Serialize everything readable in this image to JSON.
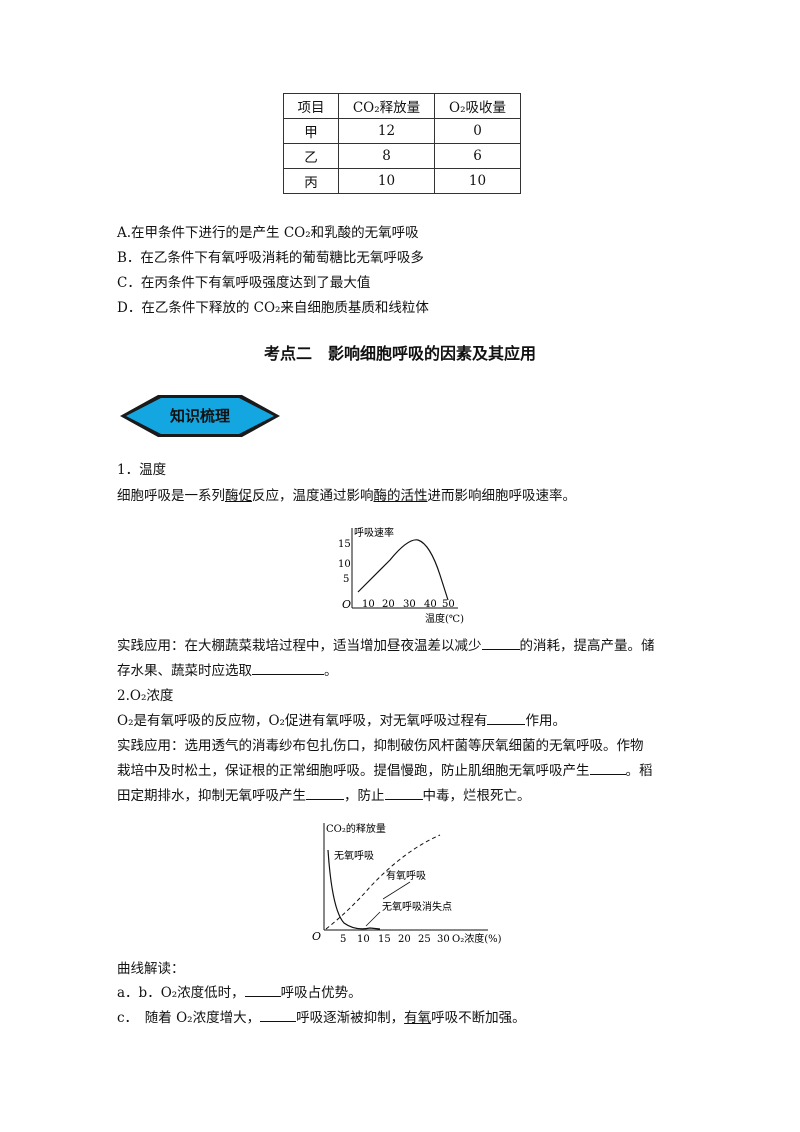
{
  "table": {
    "header": [
      "项目",
      "CO₂释放量",
      "O₂吸收量"
    ],
    "rows": [
      [
        "甲",
        "12",
        "0"
      ],
      [
        "乙",
        "8",
        "6"
      ],
      [
        "丙",
        "10",
        "10"
      ]
    ]
  },
  "options": {
    "a": "A.在甲条件下进行的是产生 CO₂和乳酸的无氧呼吸",
    "b": "B．在乙条件下有氧呼吸消耗的葡萄糖比无氧呼吸多",
    "c": "C．在丙条件下有氧呼吸强度达到了最大值",
    "d": "D．在乙条件下释放的 CO₂来自细胞质基质和线粒体"
  },
  "section_title": "考点二　影响细胞呼吸的因素及其应用",
  "badge": "知识梳理",
  "temp": {
    "heading": "1．温度",
    "p1_a": "细胞呼吸是一系列",
    "p1_u1": "酶促",
    "p1_b": "反应，温度通过影响",
    "p1_u2": "酶的活性",
    "p1_c": "进而影响细胞呼吸速率。",
    "app1_a": "实践应用：在大棚蔬菜栽培过程中，适当增加昼夜温差以减少",
    "app1_b": "的消耗，提高产量。储",
    "app2_a": "存水果、蔬菜时应选取",
    "app2_b": "。"
  },
  "chart1": {
    "ylabel": "呼吸速率",
    "xlabel": "温度(℃)",
    "origin": "O",
    "yticks": [
      "15",
      "10",
      "5"
    ],
    "xticks": [
      "10",
      "20",
      "30",
      "40",
      "50"
    ]
  },
  "o2": {
    "heading": "2.O₂浓度",
    "p1_a": "O₂是有氧呼吸的反应物，O₂促进有氧呼吸，对无氧呼吸过程有",
    "p1_b": "作用。",
    "p2": "实践应用：选用透气的消毒纱布包扎伤口，抑制破伤风杆菌等厌氧细菌的无氧呼吸。作物",
    "p3_a": "栽培中及时松土，保证根的正常细胞呼吸。提倡慢跑，防止肌细胞无氧呼吸产生",
    "p3_b": "。稻",
    "p4_a": "田定期排水，抑制无氧呼吸产生",
    "p4_b": "，防止",
    "p4_c": "中毒，烂根死亡。"
  },
  "chart2": {
    "ylabel": "CO₂的释放量",
    "xlabel": "O₂浓度(%)",
    "origin": "O",
    "label_anaerobic": "无氧呼吸",
    "label_aerobic": "有氧呼吸",
    "label_vanish": "无氧呼吸消失点",
    "xticks": [
      "5",
      "10",
      "15",
      "20",
      "25",
      "30"
    ]
  },
  "reading": {
    "heading": "曲线解读：",
    "a_a": "a．b．O₂浓度低时，",
    "a_b": "呼吸占优势。",
    "c_a": "c．　随着 O₂浓度增大，",
    "c_b": "呼吸逐渐被抑制，",
    "c_u": "有氧",
    "c_c": "呼吸不断加强。"
  }
}
